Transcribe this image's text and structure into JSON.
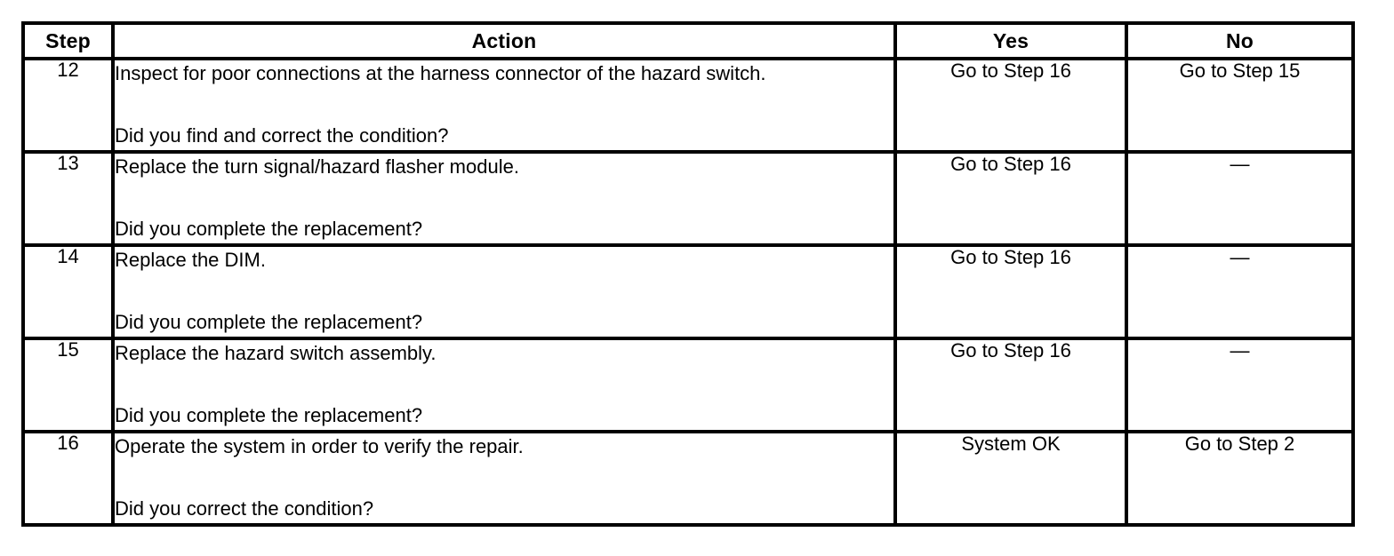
{
  "table": {
    "columns": [
      {
        "key": "step",
        "label": "Step"
      },
      {
        "key": "action",
        "label": "Action"
      },
      {
        "key": "yes",
        "label": "Yes"
      },
      {
        "key": "no",
        "label": "No"
      }
    ],
    "rows": [
      {
        "step": "12",
        "action_line1": "Inspect for poor connections at the harness connector of the hazard switch.",
        "action_line2": "Did you find and correct the condition?",
        "yes": "Go to Step 16",
        "no": "Go to Step 15"
      },
      {
        "step": "13",
        "action_line1": "Replace the turn signal/hazard flasher module.",
        "action_line2": "Did you complete the replacement?",
        "yes": "Go to Step 16",
        "no": "—"
      },
      {
        "step": "14",
        "action_line1": "Replace the DIM.",
        "action_line2": "Did you complete the replacement?",
        "yes": "Go to Step 16",
        "no": "—"
      },
      {
        "step": "15",
        "action_line1": "Replace the hazard switch assembly.",
        "action_line2": "Did you complete the replacement?",
        "yes": "Go to Step 16",
        "no": "—"
      },
      {
        "step": "16",
        "action_line1": "Operate the system in order to verify the repair.",
        "action_line2": "Did you correct the condition?",
        "yes": "System OK",
        "no": "Go to Step 2"
      }
    ]
  },
  "colors": {
    "border": "#000000",
    "background": "#ffffff",
    "text": "#000000"
  }
}
